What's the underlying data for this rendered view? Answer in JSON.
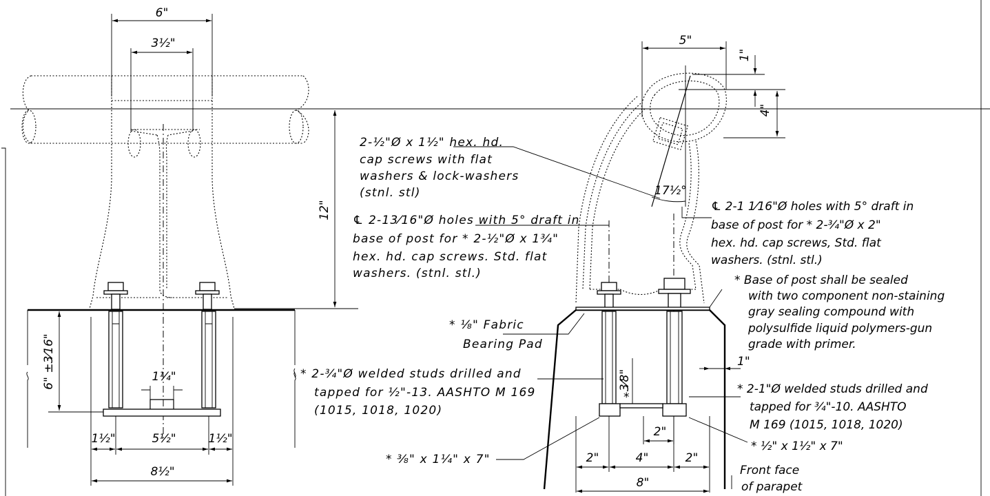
{
  "dimensions": {
    "left_top_6": "6\"",
    "left_top_3_5": "3½\"",
    "height_12": "12\"",
    "embed_6": "6\" ±3⁄16\"",
    "plate_1_25": "1¼\"",
    "bot_1_5_a": "1½\"",
    "bot_5_5": "5½\"",
    "bot_1_5_b": "1½\"",
    "bot_8_5": "8½\"",
    "right_top_5": "5\"",
    "right_1": "1\"",
    "right_4": "4\"",
    "angle_17_5": "17½°",
    "side_1": "1\"",
    "stud_3_8": "3⁄8\"",
    "stud_2": "2\"",
    "bot_2_a": "2\"",
    "bot_4": "4\"",
    "bot_2_b": "2\"",
    "bot_8": "8\""
  },
  "notes": {
    "cap_screws": [
      "2-½\"Ø x 1½\" hex. hd.",
      "cap screws with flat",
      "washers & lock-washers",
      "(stnl. stl)"
    ],
    "left_holes": [
      "℄ 2-13⁄16\"Ø holes with 5° draft in",
      "base of post for * 2-½\"Ø x 1¾\"",
      "hex. hd. cap screws. Std. flat",
      "washers. (stnl. stl.)"
    ],
    "right_holes": [
      "℄ 2-1 1⁄16\"Ø holes with 5° draft in",
      "base of post for * 2-¾\"Ø x 2\"",
      "hex. hd. cap screws, Std. flat",
      "washers. (stnl. stl.)"
    ],
    "sealing": [
      "* Base of post shall be sealed",
      "with two component non-staining",
      "gray sealing compound with",
      "polysulfide liquid polymers-gun",
      "grade with primer."
    ],
    "pad": [
      "* ⅛\" Fabric",
      "Bearing Pad"
    ],
    "left_studs": [
      "* 2-¾\"Ø welded studs drilled and",
      "tapped for ½\"-13. AASHTO M 169",
      "(1015, 1018, 1020)"
    ],
    "right_studs": [
      "* 2-1\"Ø welded studs drilled and",
      "tapped for ¾\"-10. AASHTO",
      "M 169 (1015, 1018, 1020)"
    ],
    "left_plate": "* ⅜\" x 1¼\" x 7\"",
    "right_plate": "* ½\" x 1½\" x 7\"",
    "front_face": [
      "Front face",
      "of parapet"
    ],
    "star": "*"
  }
}
